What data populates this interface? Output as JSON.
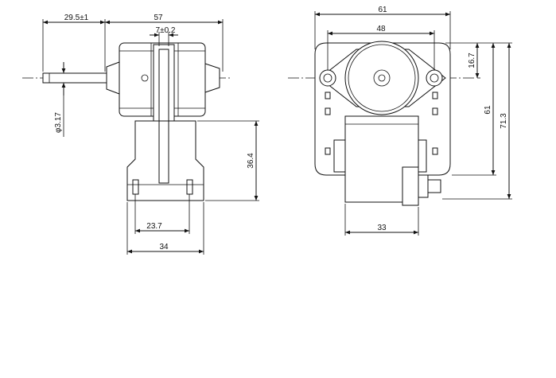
{
  "side_view": {
    "dims": {
      "shaft_length": "29.5±1",
      "overall_width": "57",
      "bracket_width": "7±0.2",
      "shaft_diameter": "φ3.17",
      "base_height": "36.4",
      "terminal_spacing": "23.7",
      "base_width": "34"
    }
  },
  "front_view": {
    "dims": {
      "frame_width": "61",
      "hole_spacing": "48",
      "shaft_offset": "16.7",
      "frame_height": "61",
      "overall_height": "71.3",
      "coil_width": "33"
    }
  },
  "colors": {
    "line": "#111111",
    "background": "#ffffff"
  }
}
